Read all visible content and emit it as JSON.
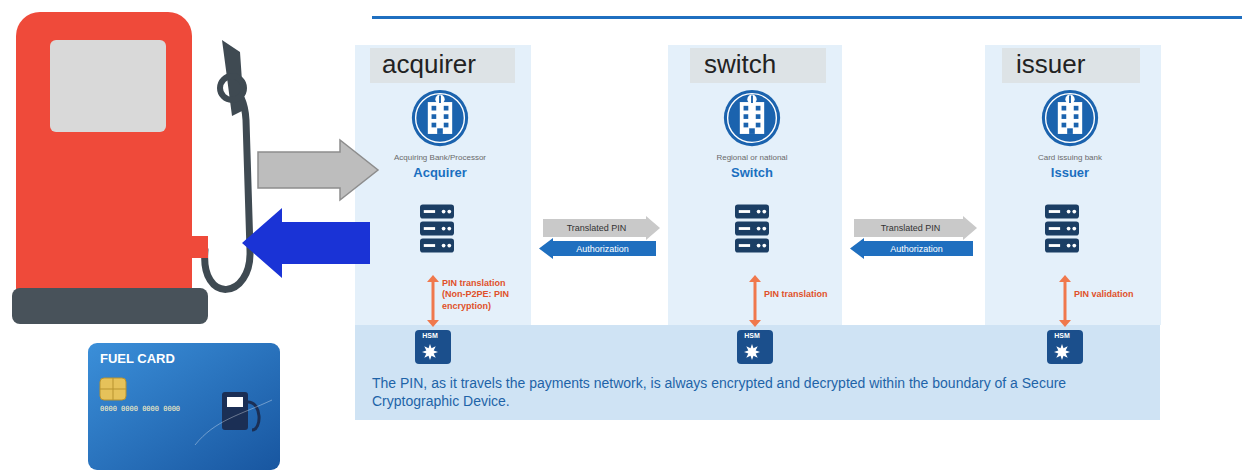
{
  "diagram": {
    "nodes": [
      {
        "text": [
          "FUEL CARD",
          "0000 0000 0000 0000"
        ]
      },
      {
        "text": [
          "Acquiring Bank/Processor",
          "Acquirer"
        ]
      },
      {
        "text": [
          "acquirer"
        ],
        "in": 1
      },
      {
        "text": [
          "Regional or national",
          "Switch"
        ]
      },
      {
        "text": [
          "switch"
        ],
        "in": 3
      },
      {
        "text": [
          "Card issuing bank",
          "Issuer"
        ]
      },
      {
        "text": [
          "issuer"
        ],
        "in": 5
      },
      {
        "text": [
          "The PIN, as it travels the payments network, is always encrypted and decrypted within the boundary of a Secure Cryptographic Device."
        ]
      },
      {
        "text": [
          "HSM"
        ],
        "in": 7
      },
      {
        "text": [
          "HSM"
        ],
        "in": 7
      },
      {
        "text": [
          "HSM"
        ],
        "in": 7
      }
    ],
    "edges": [
      {
        "from": 1,
        "to": 3,
        "label": "Translated PIN",
        "arrow": "to"
      },
      {
        "from": 3,
        "to": 1,
        "label": "Authorization",
        "arrow": "to"
      },
      {
        "from": 3,
        "to": 5,
        "label": "Translated PIN",
        "arrow": "to"
      },
      {
        "from": 5,
        "to": 3,
        "label": "Authorization",
        "arrow": "to"
      },
      {
        "from": 1,
        "to": 8,
        "label": "PIN translation (Non-P2PE: PIN encryption)",
        "arrow": "both"
      },
      {
        "from": 3,
        "to": 9,
        "label": "PIN translation",
        "arrow": "both"
      },
      {
        "from": 5,
        "to": 10,
        "label": "PIN validation",
        "arrow": "both"
      }
    ]
  }
}
